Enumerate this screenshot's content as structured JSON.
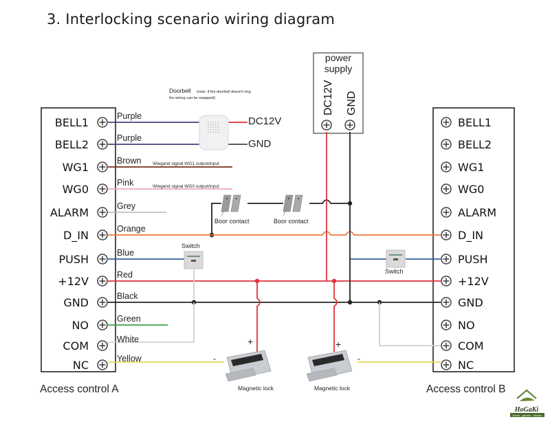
{
  "title": "3. Interlocking scenario wiring diagram",
  "power_supply": {
    "label_line1": "power",
    "label_line2": "supply",
    "terminals": [
      "DC12V",
      "GND"
    ]
  },
  "doorbell": {
    "title": "Doorbell",
    "note_line1": "(note: if the doorbell doesn't ring,",
    "note_line2": "the wiring can be swapped)",
    "outputs": [
      "DC12V",
      "GND"
    ]
  },
  "controller_a": {
    "caption": "Access control A",
    "terminals": [
      "BELL1",
      "BELL2",
      "WG1",
      "WG0",
      "ALARM",
      "D_IN",
      "PUSH",
      "+12V",
      "GND",
      "NO",
      "COM",
      "NC"
    ],
    "wire_colors": [
      "Purple",
      "Purple",
      "Brown",
      "Pink",
      "Grey",
      "Orange",
      "Blue",
      "Red",
      "Black",
      "Green",
      "White",
      "Yellow"
    ],
    "wiegand_notes": [
      "Wiegand signal WG1 output/input",
      "Wiegand signal WG0 output/input"
    ]
  },
  "controller_b": {
    "caption": "Access control B",
    "terminals": [
      "BELL1",
      "BELL2",
      "WG1",
      "WG0",
      "ALARM",
      "D_IN",
      "PUSH",
      "+12V",
      "GND",
      "NO",
      "COM",
      "NC"
    ]
  },
  "components": {
    "door_contact_1": "Boor contact",
    "door_contact_2": "Boor contact",
    "switch_a": "Switch",
    "switch_b": "Switch",
    "lock_a": "Magnetic lock",
    "lock_b": "Magnetic lock",
    "plus": "+",
    "minus": "-"
  },
  "colors": {
    "purple": "#4b3f7a",
    "brown": "#7a2f1f",
    "pink": "#e9a6c0",
    "grey": "#bfbfbf",
    "orange": "#ec7a3c",
    "blue": "#3060a0",
    "red": "#e0333a",
    "black": "#222222",
    "green": "#3aa34a",
    "white_wire": "#cfcfcf",
    "yellow": "#e6d456"
  },
  "logo": {
    "name": "HoGaKi",
    "tagline": "Home - garden - kitchen"
  }
}
